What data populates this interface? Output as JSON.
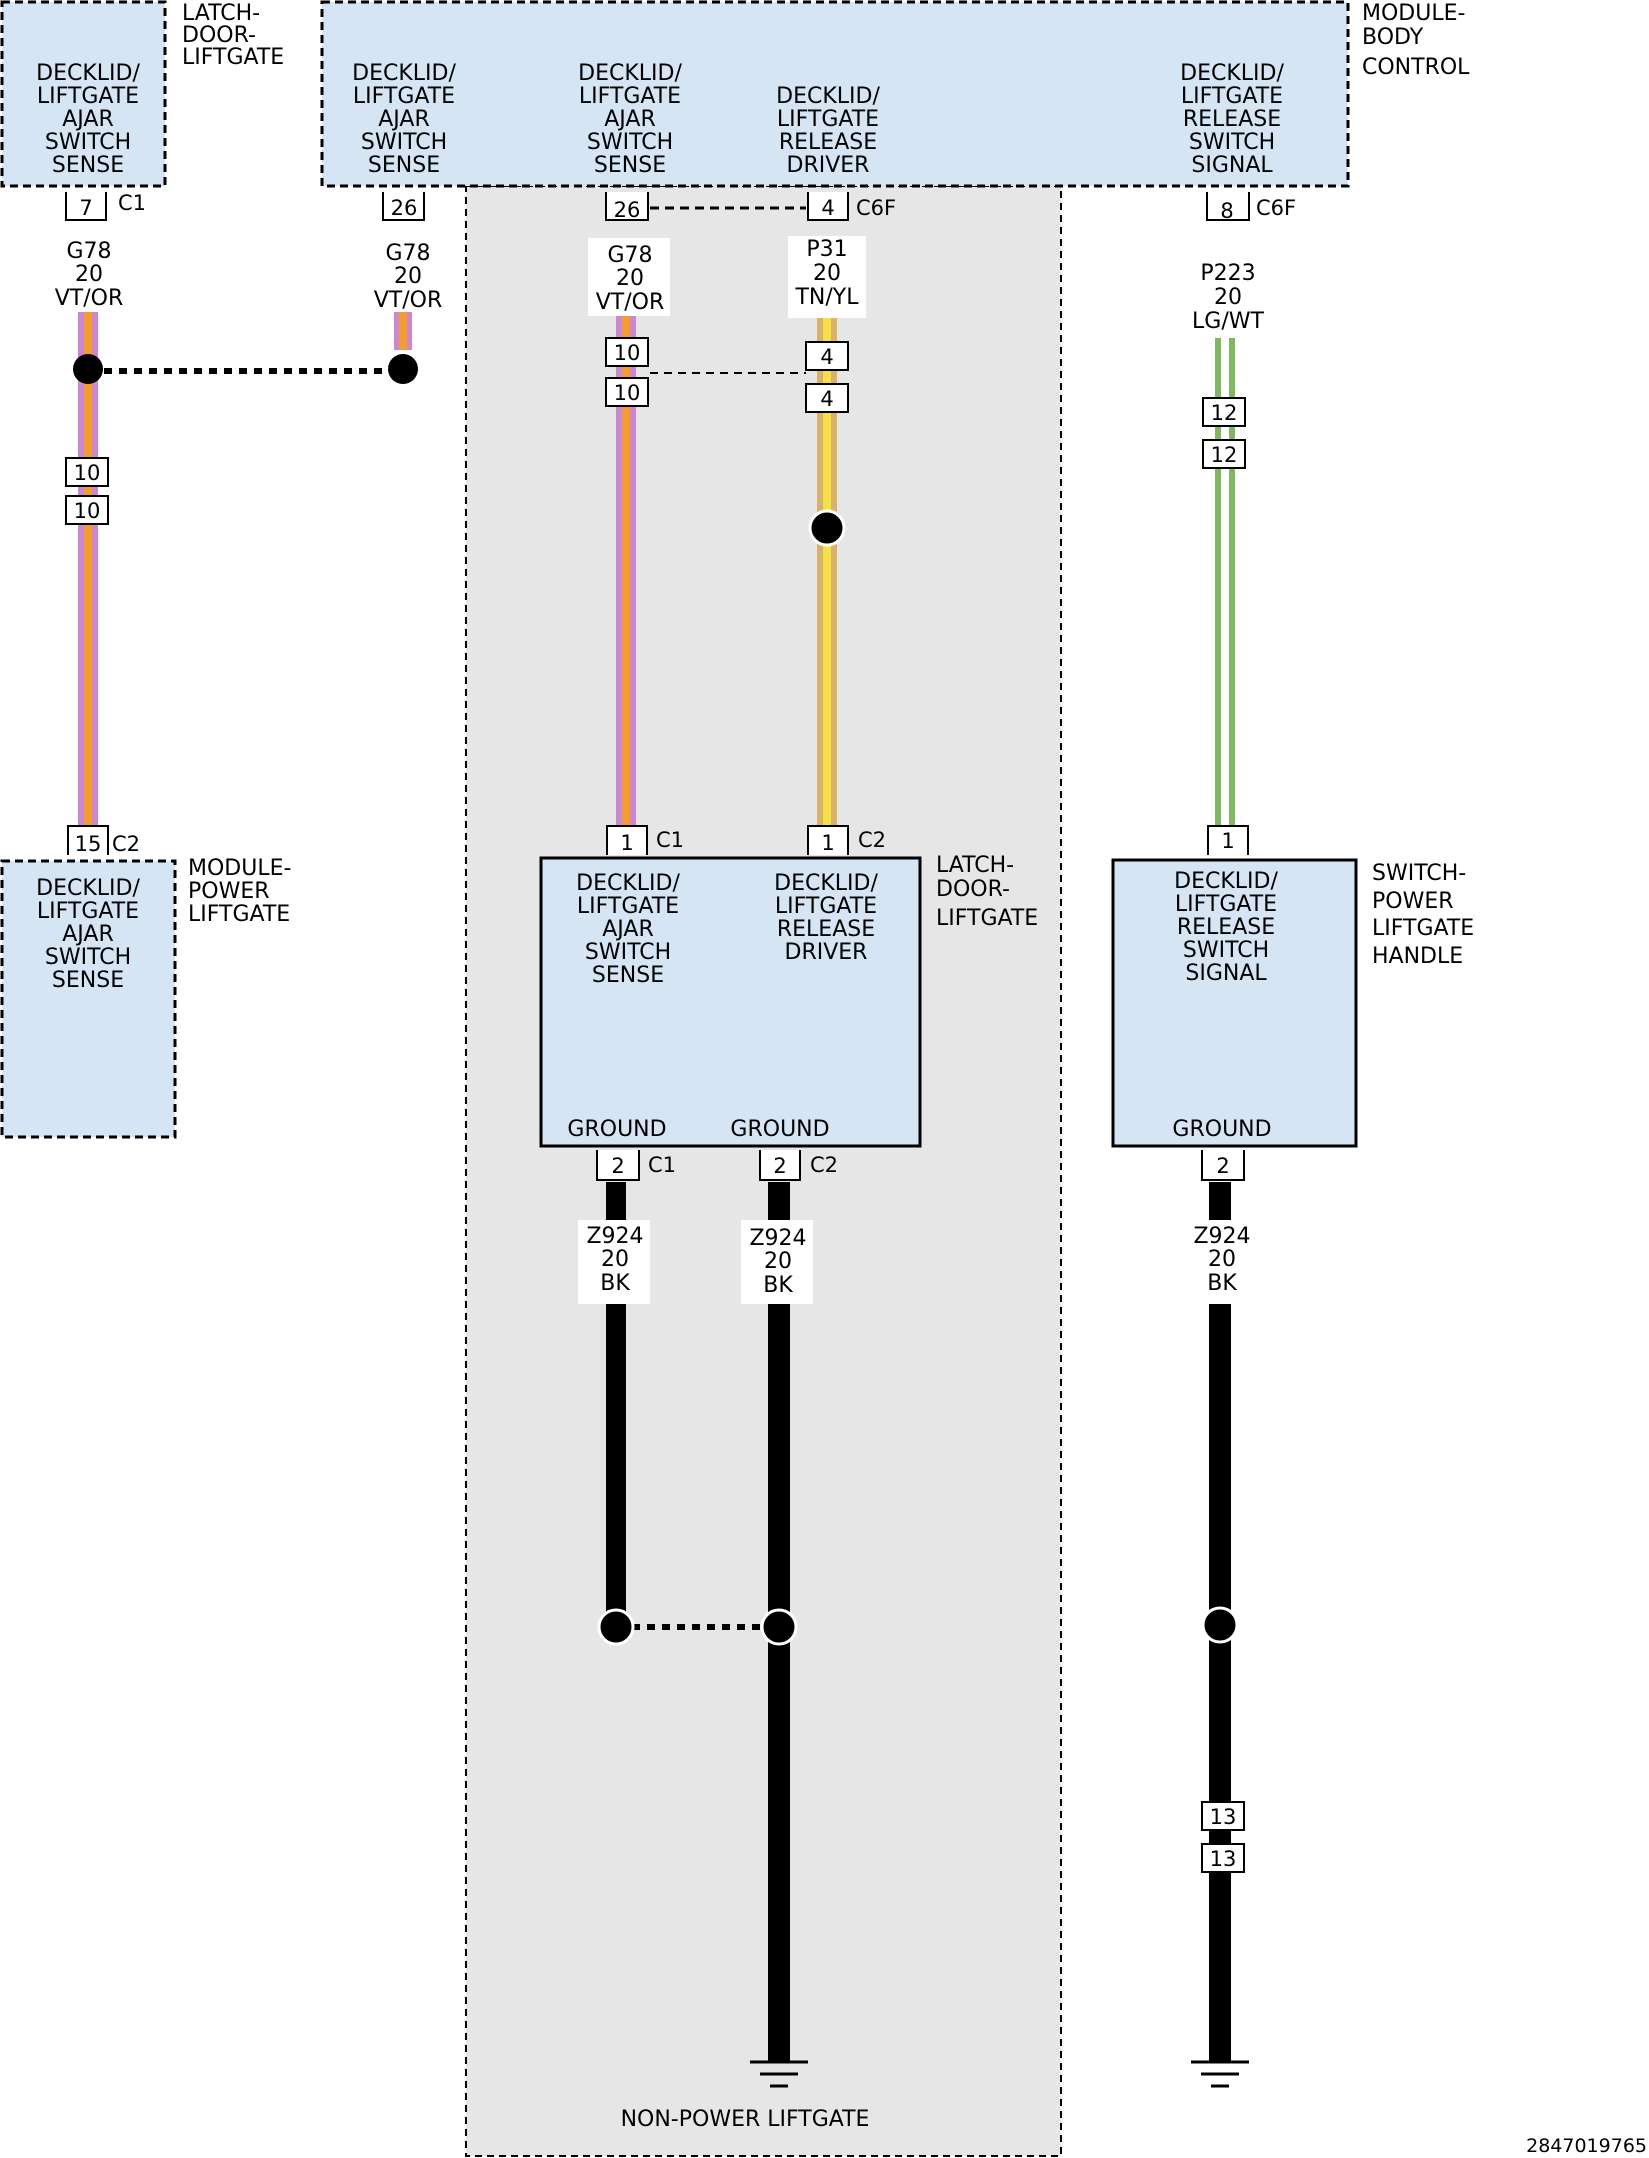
{
  "colors": {
    "module_fill": "#d5e5f4",
    "region_fill": "#e6e6e6",
    "vt_or_base": "#cc88cc",
    "vt_or_stripe": "#f39c33",
    "tn_yl_base": "#d9b26a",
    "tn_yl_stripe": "#f5e04a",
    "lg_wt_base": "#7fb861",
    "lg_wt_stripe": "#ffffff",
    "bk": "#000000"
  },
  "components": {
    "latch_top": {
      "name": [
        "LATCH-",
        "DOOR-",
        "LIFTGATE"
      ],
      "function": [
        "DECKLID/",
        "LIFTGATE",
        "AJAR",
        "SWITCH",
        "SENSE"
      ]
    },
    "bcm": {
      "name": [
        "MODULE-",
        "BODY",
        "CONTROL"
      ],
      "func1": [
        "DECKLID/",
        "LIFTGATE",
        "AJAR",
        "SWITCH",
        "SENSE"
      ],
      "func2": [
        "DECKLID/",
        "LIFTGATE",
        "AJAR",
        "SWITCH",
        "SENSE"
      ],
      "func3": [
        "DECKLID/",
        "LIFTGATE",
        "RELEASE",
        "DRIVER"
      ],
      "func4": [
        "DECKLID/",
        "LIFTGATE",
        "RELEASE",
        "SWITCH",
        "SIGNAL"
      ]
    },
    "module_power_liftgate": {
      "name": [
        "MODULE-",
        "POWER",
        "LIFTGATE"
      ],
      "function": [
        "DECKLID/",
        "LIFTGATE",
        "AJAR",
        "SWITCH",
        "SENSE"
      ]
    },
    "latch_bottom": {
      "name": [
        "LATCH-",
        "DOOR-",
        "LIFTGATE"
      ],
      "func1": [
        "DECKLID/",
        "LIFTGATE",
        "AJAR",
        "SWITCH",
        "SENSE"
      ],
      "func2": [
        "DECKLID/",
        "LIFTGATE",
        "RELEASE",
        "DRIVER"
      ],
      "ground1": "GROUND",
      "ground2": "GROUND"
    },
    "switch_handle": {
      "name": [
        "SWITCH-",
        "POWER",
        "LIFTGATE",
        "HANDLE"
      ],
      "function": [
        "DECKLID/",
        "LIFTGATE",
        "RELEASE",
        "SWITCH",
        "SIGNAL"
      ],
      "ground": "GROUND"
    }
  },
  "pins": {
    "p7": "7",
    "c1a": "C1",
    "p26a": "26",
    "p26b": "26",
    "p4": "4",
    "c6f_a": "C6F",
    "p8": "8",
    "c6f_b": "C6F",
    "inline_10a": "10",
    "inline_10b": "10",
    "inline_10c": "10",
    "inline_10d": "10",
    "inline_4a": "4",
    "inline_4b": "4",
    "inline_12a": "12",
    "inline_12b": "12",
    "p15": "15",
    "c2a": "C2",
    "p1a": "1",
    "c1b": "C1",
    "p1b": "1",
    "c2b": "C2",
    "p1c": "1",
    "p2a": "2",
    "c1c": "C1",
    "p2b": "2",
    "c2c": "C2",
    "p2c": "2",
    "inline_13a": "13",
    "inline_13b": "13"
  },
  "wires": {
    "g78_left": [
      "G78",
      "20",
      "VT/OR"
    ],
    "g78_mid": [
      "G78",
      "20",
      "VT/OR"
    ],
    "g78_center": [
      "G78",
      "20",
      "VT/OR"
    ],
    "p31": [
      "P31",
      "20",
      "TN/YL"
    ],
    "p223": [
      "P223",
      "20",
      "LG/WT"
    ],
    "z924_a": [
      "Z924",
      "20",
      "BK"
    ],
    "z924_b": [
      "Z924",
      "20",
      "BK"
    ],
    "z924_c": [
      "Z924",
      "20",
      "BK"
    ]
  },
  "region_label": "NON-POWER LIFTGATE",
  "figure_id": "2847019765"
}
